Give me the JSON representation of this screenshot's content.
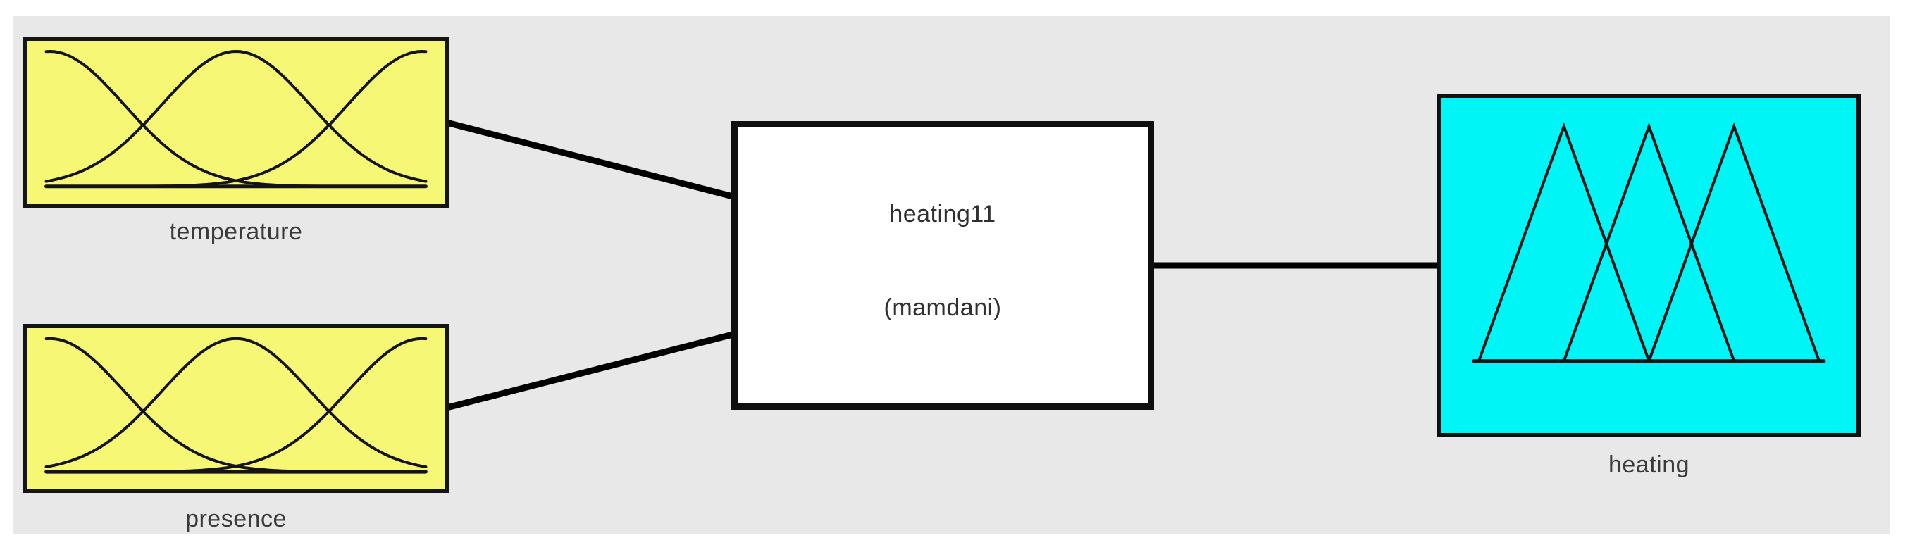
{
  "window": {
    "background": "#FFFFFF"
  },
  "canvas": {
    "background": "#E8E8E8"
  },
  "system": {
    "name": "heating11",
    "type": "(mamdani)",
    "fill": "#FFFFFF"
  },
  "inputs": [
    {
      "label": "temperature",
      "fill": "#F7F776",
      "mf_icon": "gaussian-3-curves"
    },
    {
      "label": "presence",
      "fill": "#F7F776",
      "mf_icon": "gaussian-3-curves"
    }
  ],
  "output": {
    "label": "heating",
    "fill": "#00F6F6",
    "mf_icon": "triangular-3-curves"
  },
  "wire_color": "#000000"
}
